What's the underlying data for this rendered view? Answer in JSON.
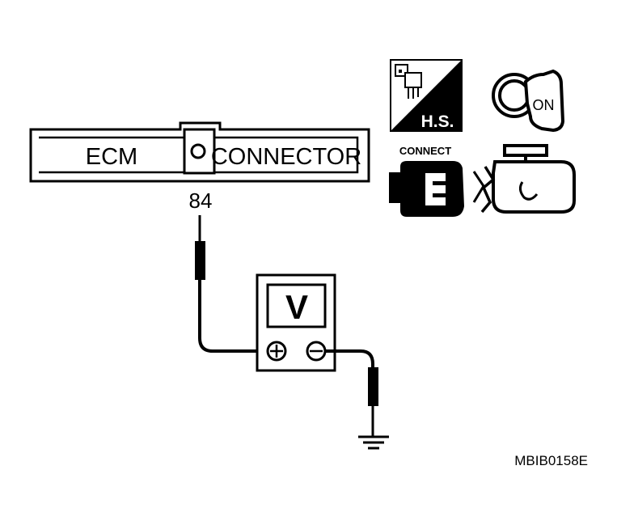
{
  "connector": {
    "left_label": "ECM",
    "right_label": "CONNECTOR",
    "terminal": "84"
  },
  "meter": {
    "symbol": "V"
  },
  "icons": {
    "harness_badge": "H.S.",
    "ignition_label": "ON",
    "connect_label": "CONNECT",
    "items": [
      "harness-side-icon",
      "ignition-key-on-icon",
      "connector-connect-icon",
      "engine-icon"
    ]
  },
  "figure_code": "MBIB0158E",
  "colors": {
    "line": "#000000",
    "background": "#ffffff"
  }
}
